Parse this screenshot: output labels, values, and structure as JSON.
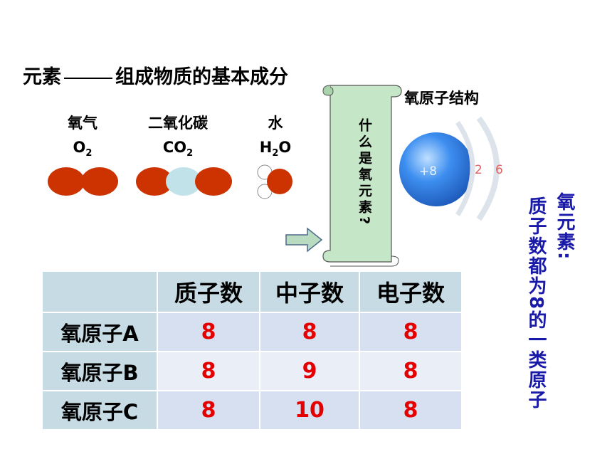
{
  "heading": {
    "left": "元素",
    "right": "组成物质的基本成分"
  },
  "molecules": [
    {
      "name": "氧气",
      "formula_main": "O",
      "formula_sub": "2",
      "formula_tail": ""
    },
    {
      "name": "二氧化碳",
      "formula_main": "CO",
      "formula_sub": "2",
      "formula_tail": ""
    },
    {
      "name": "水",
      "formula_main": "H",
      "formula_sub": "2",
      "formula_tail": "O"
    }
  ],
  "scroll": {
    "text": "什么是氧元素?"
  },
  "atom": {
    "title": "氧原子结构",
    "nucleus": "+8",
    "shell1": "2",
    "shell2": "6"
  },
  "side_note": {
    "line1": "氧元素:",
    "line2": "质子数都为8的一类原子"
  },
  "table": {
    "headers": [
      "",
      "质子数",
      "中子数",
      "电子数"
    ],
    "rows": [
      {
        "label": "氧原子A",
        "values": [
          "8",
          "8",
          "8"
        ]
      },
      {
        "label": "氧原子B",
        "values": [
          "8",
          "9",
          "8"
        ]
      },
      {
        "label": "氧原子C",
        "values": [
          "8",
          "10",
          "8"
        ]
      }
    ]
  },
  "colors": {
    "atom_red": "#cc3300",
    "atom_light": "#c2e2ea",
    "nucleus_blue": "#2f7fe0",
    "scroll_green": "#c6e6c8",
    "table_header": "#c6dbe3",
    "value_red": "#e40000",
    "side_text": "#1a1aa8"
  }
}
